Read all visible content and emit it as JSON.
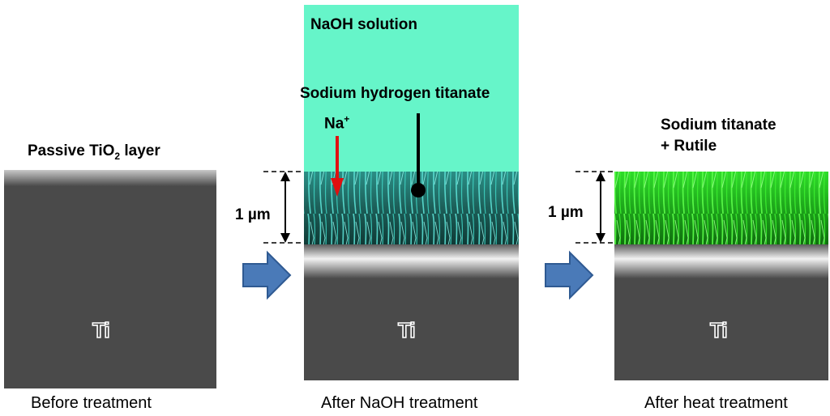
{
  "labels": {
    "passive_layer_prefix": "Passive TiO",
    "passive_layer_sub": "2",
    "passive_layer_suffix": " layer",
    "naoh_solution": "NaOH solution",
    "sodium_hydrogen_titanate": "Sodium hydrogen titanate",
    "na_ion": "Na",
    "na_charge": "+",
    "thickness_left": "1 µm",
    "thickness_right": "1 µm",
    "sodium_titanate": "Sodium titanate",
    "rutile": "+ Rutile",
    "titanium_1": "Ti",
    "titanium_2": "Ti",
    "titanium_3": "Ti"
  },
  "captions": {
    "before": "Before treatment",
    "after_naoh": "After NaOH treatment",
    "after_heat": "After heat treatment"
  },
  "colors": {
    "titanium": "#4a4a4a",
    "naoh_solution": "#66f5c9",
    "sodium_hydrogen_titanate": "#3fd4c4",
    "sodium_titanate": "#2fdc2a",
    "arrow": "#4a7ab8",
    "na_arrow": "#e01010"
  }
}
